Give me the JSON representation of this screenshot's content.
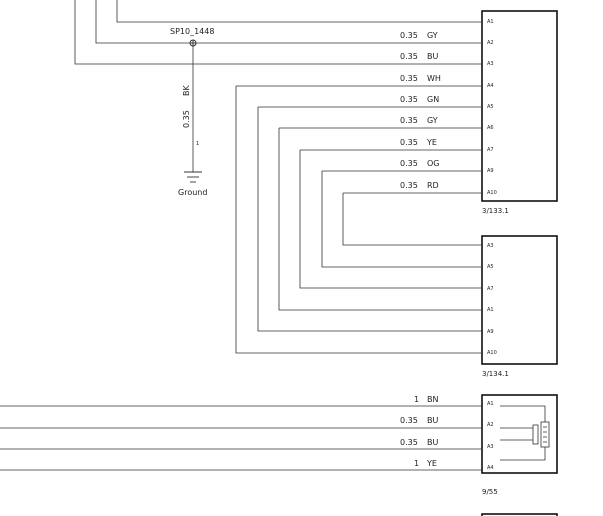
{
  "splice": {
    "label": "SP10_1448"
  },
  "ground": {
    "wire_gauge": "0.35",
    "wire_color": "BK",
    "pin": "1",
    "label": "Ground"
  },
  "connectors": [
    {
      "id": "3/133.1",
      "pins": [
        "A1",
        "A2",
        "A3",
        "A4",
        "A5",
        "A6",
        "A7",
        "A9",
        "A10"
      ]
    },
    {
      "id": "3/134.1",
      "pins": [
        "A3",
        "A5",
        "A7",
        "A1",
        "A9",
        "A10"
      ]
    },
    {
      "id": "9/55",
      "pins": [
        "A1",
        "A2",
        "A3",
        "A4"
      ]
    }
  ],
  "wires_133": [
    {
      "gauge": "",
      "color": "",
      "pin": "A1"
    },
    {
      "gauge": "0.35",
      "color": "GY",
      "pin": "A2"
    },
    {
      "gauge": "0.35",
      "color": "BU",
      "pin": "A3"
    },
    {
      "gauge": "0.35",
      "color": "WH",
      "pin": "A4"
    },
    {
      "gauge": "0.35",
      "color": "GN",
      "pin": "A5"
    },
    {
      "gauge": "0.35",
      "color": "GY",
      "pin": "A6"
    },
    {
      "gauge": "0.35",
      "color": "YE",
      "pin": "A7"
    },
    {
      "gauge": "0.35",
      "color": "OG",
      "pin": "A9"
    },
    {
      "gauge": "0.35",
      "color": "RD",
      "pin": "A10"
    }
  ],
  "wires_955": [
    {
      "gauge": "1",
      "color": "BN",
      "pin": "A1"
    },
    {
      "gauge": "0.35",
      "color": "BU",
      "pin": "A2"
    },
    {
      "gauge": "0.35",
      "color": "BU",
      "pin": "A3"
    },
    {
      "gauge": "1",
      "color": "YE",
      "pin": "A4"
    }
  ],
  "colors": {
    "line": "#333333",
    "box": "#111111"
  }
}
